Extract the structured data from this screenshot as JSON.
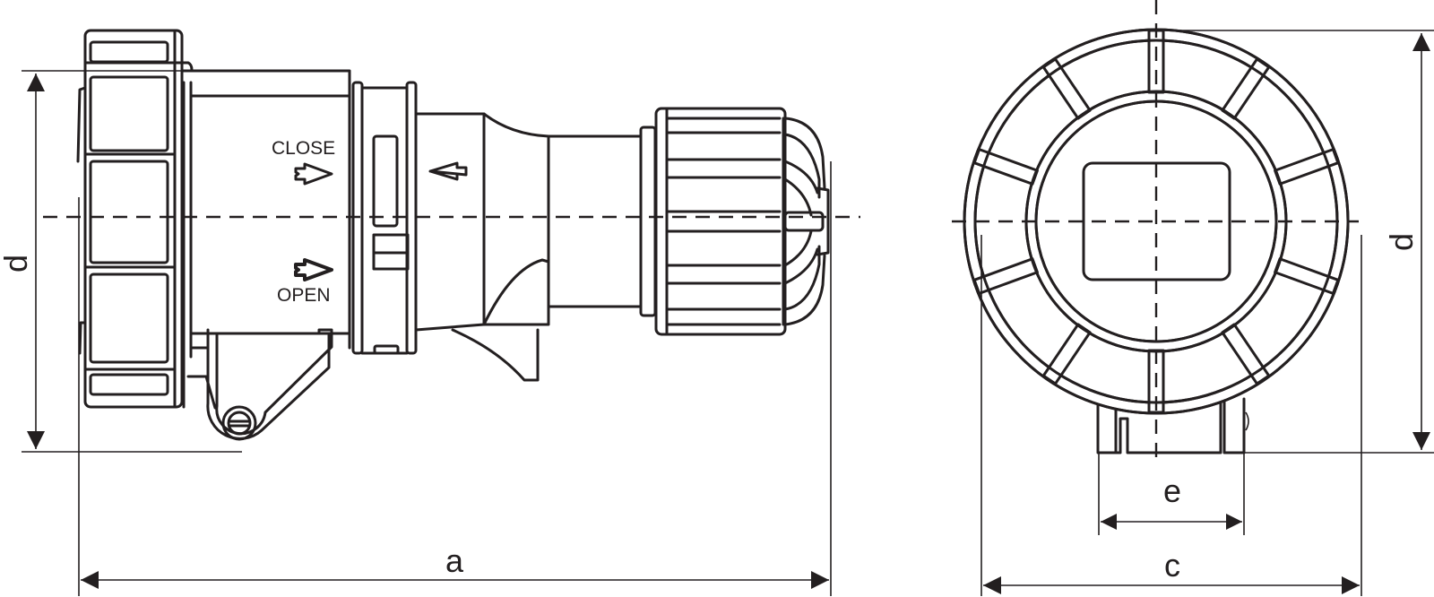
{
  "drawing": {
    "type": "technical dimension drawing",
    "subject": "industrial connector",
    "stroke_color": "#231f20",
    "background": "#ffffff"
  },
  "side_view": {
    "labels": {
      "close": "CLOSE",
      "open": "OPEN"
    },
    "icons": {
      "close_arrow": "arrow-right-outline",
      "open_arrow": "arrow-right-outline",
      "cap_arrow": "arrow-left-outline"
    },
    "dimensions": {
      "height_label": "d",
      "length_label": "a"
    }
  },
  "front_view": {
    "dimensions": {
      "height_label": "d",
      "width_label": "c",
      "base_label": "e"
    }
  }
}
